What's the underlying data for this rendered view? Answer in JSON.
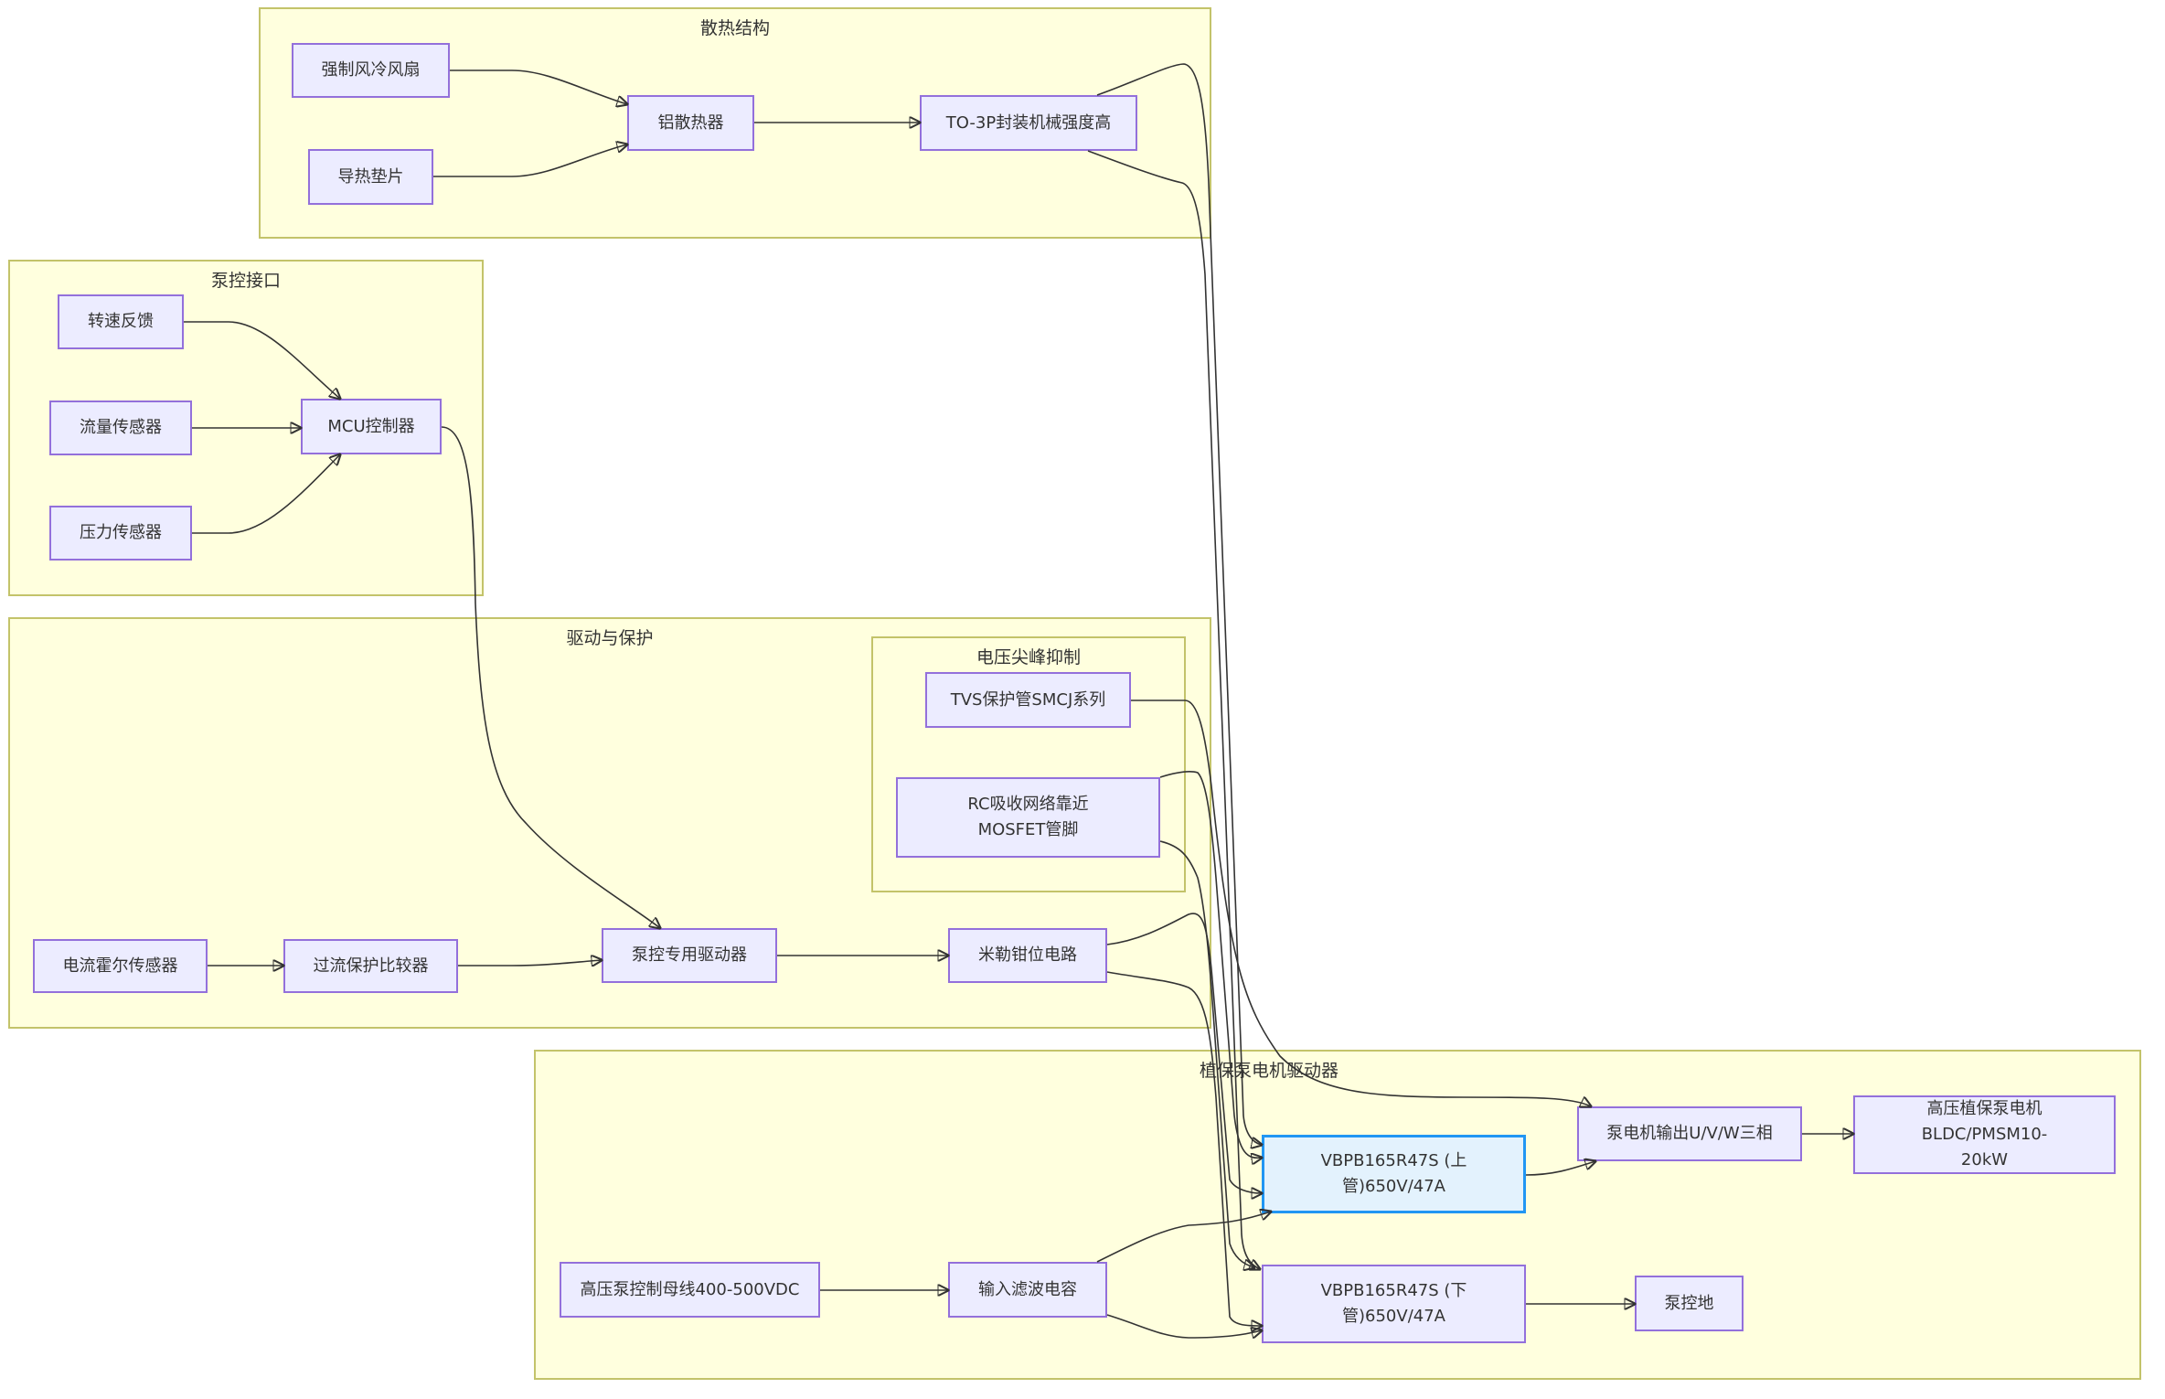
{
  "diagram": {
    "type": "flowchart",
    "clusters": {
      "heat": {
        "title": "散热结构"
      },
      "pump_if": {
        "title": "泵控接口"
      },
      "drive": {
        "title": "驱动与保护"
      },
      "spike": {
        "title": "电压尖峰抑制"
      },
      "main": {
        "title": "植保泵电机驱动器"
      }
    },
    "nodes": {
      "fan": {
        "label": "强制风冷风扇"
      },
      "pad": {
        "label": "导热垫片"
      },
      "sink": {
        "label": "铝散热器"
      },
      "to3p": {
        "label": "TO-3P封装机械强度高"
      },
      "speed": {
        "label": "转速反馈"
      },
      "flow": {
        "label": "流量传感器"
      },
      "pressure": {
        "label": "压力传感器"
      },
      "mcu": {
        "label": "MCU控制器"
      },
      "tvs": {
        "label": "TVS保护管SMCJ系列"
      },
      "rc": {
        "label": "RC吸收网络靠近MOSFET管脚"
      },
      "hall": {
        "label": "电流霍尔传感器"
      },
      "ocp": {
        "label": "过流保护比较器"
      },
      "driver": {
        "label": "泵控专用驱动器"
      },
      "miller": {
        "label": "米勒钳位电路"
      },
      "bus": {
        "label": "高压泵控制母线400-500VDC"
      },
      "cap": {
        "label": "输入滤波电容"
      },
      "q_high": {
        "label": "VBPB165R47S (上管)650V/47A"
      },
      "q_low": {
        "label": "VBPB165R47S (下管)650V/47A"
      },
      "uvw": {
        "label": "泵电机输出U/V/W三相"
      },
      "motor": {
        "label": "高压植保泵电机 BLDC/PMSM10-20kW"
      },
      "gnd": {
        "label": "泵控地"
      }
    },
    "edges": [
      {
        "from": "fan",
        "to": "sink"
      },
      {
        "from": "pad",
        "to": "sink"
      },
      {
        "from": "sink",
        "to": "to3p"
      },
      {
        "from": "to3p",
        "to": "q_high"
      },
      {
        "from": "to3p",
        "to": "q_low"
      },
      {
        "from": "speed",
        "to": "mcu"
      },
      {
        "from": "flow",
        "to": "mcu"
      },
      {
        "from": "pressure",
        "to": "mcu"
      },
      {
        "from": "mcu",
        "to": "driver"
      },
      {
        "from": "hall",
        "to": "ocp"
      },
      {
        "from": "ocp",
        "to": "driver"
      },
      {
        "from": "driver",
        "to": "miller"
      },
      {
        "from": "miller",
        "to": "q_high"
      },
      {
        "from": "miller",
        "to": "q_low"
      },
      {
        "from": "tvs",
        "to": "uvw"
      },
      {
        "from": "rc",
        "to": "q_high"
      },
      {
        "from": "rc",
        "to": "q_low"
      },
      {
        "from": "bus",
        "to": "cap"
      },
      {
        "from": "cap",
        "to": "q_high"
      },
      {
        "from": "cap",
        "to": "q_low"
      },
      {
        "from": "q_high",
        "to": "uvw"
      },
      {
        "from": "uvw",
        "to": "motor"
      },
      {
        "from": "q_low",
        "to": "gnd"
      }
    ],
    "highlight_node": "q_high",
    "colors": {
      "cluster_fill": "#ffffde",
      "cluster_border": "#c3c36a",
      "node_fill": "#ececff",
      "node_border": "#9370db",
      "highlight_fill": "#e3f2fd",
      "highlight_border": "#2196f3",
      "edge": "#333333"
    }
  }
}
